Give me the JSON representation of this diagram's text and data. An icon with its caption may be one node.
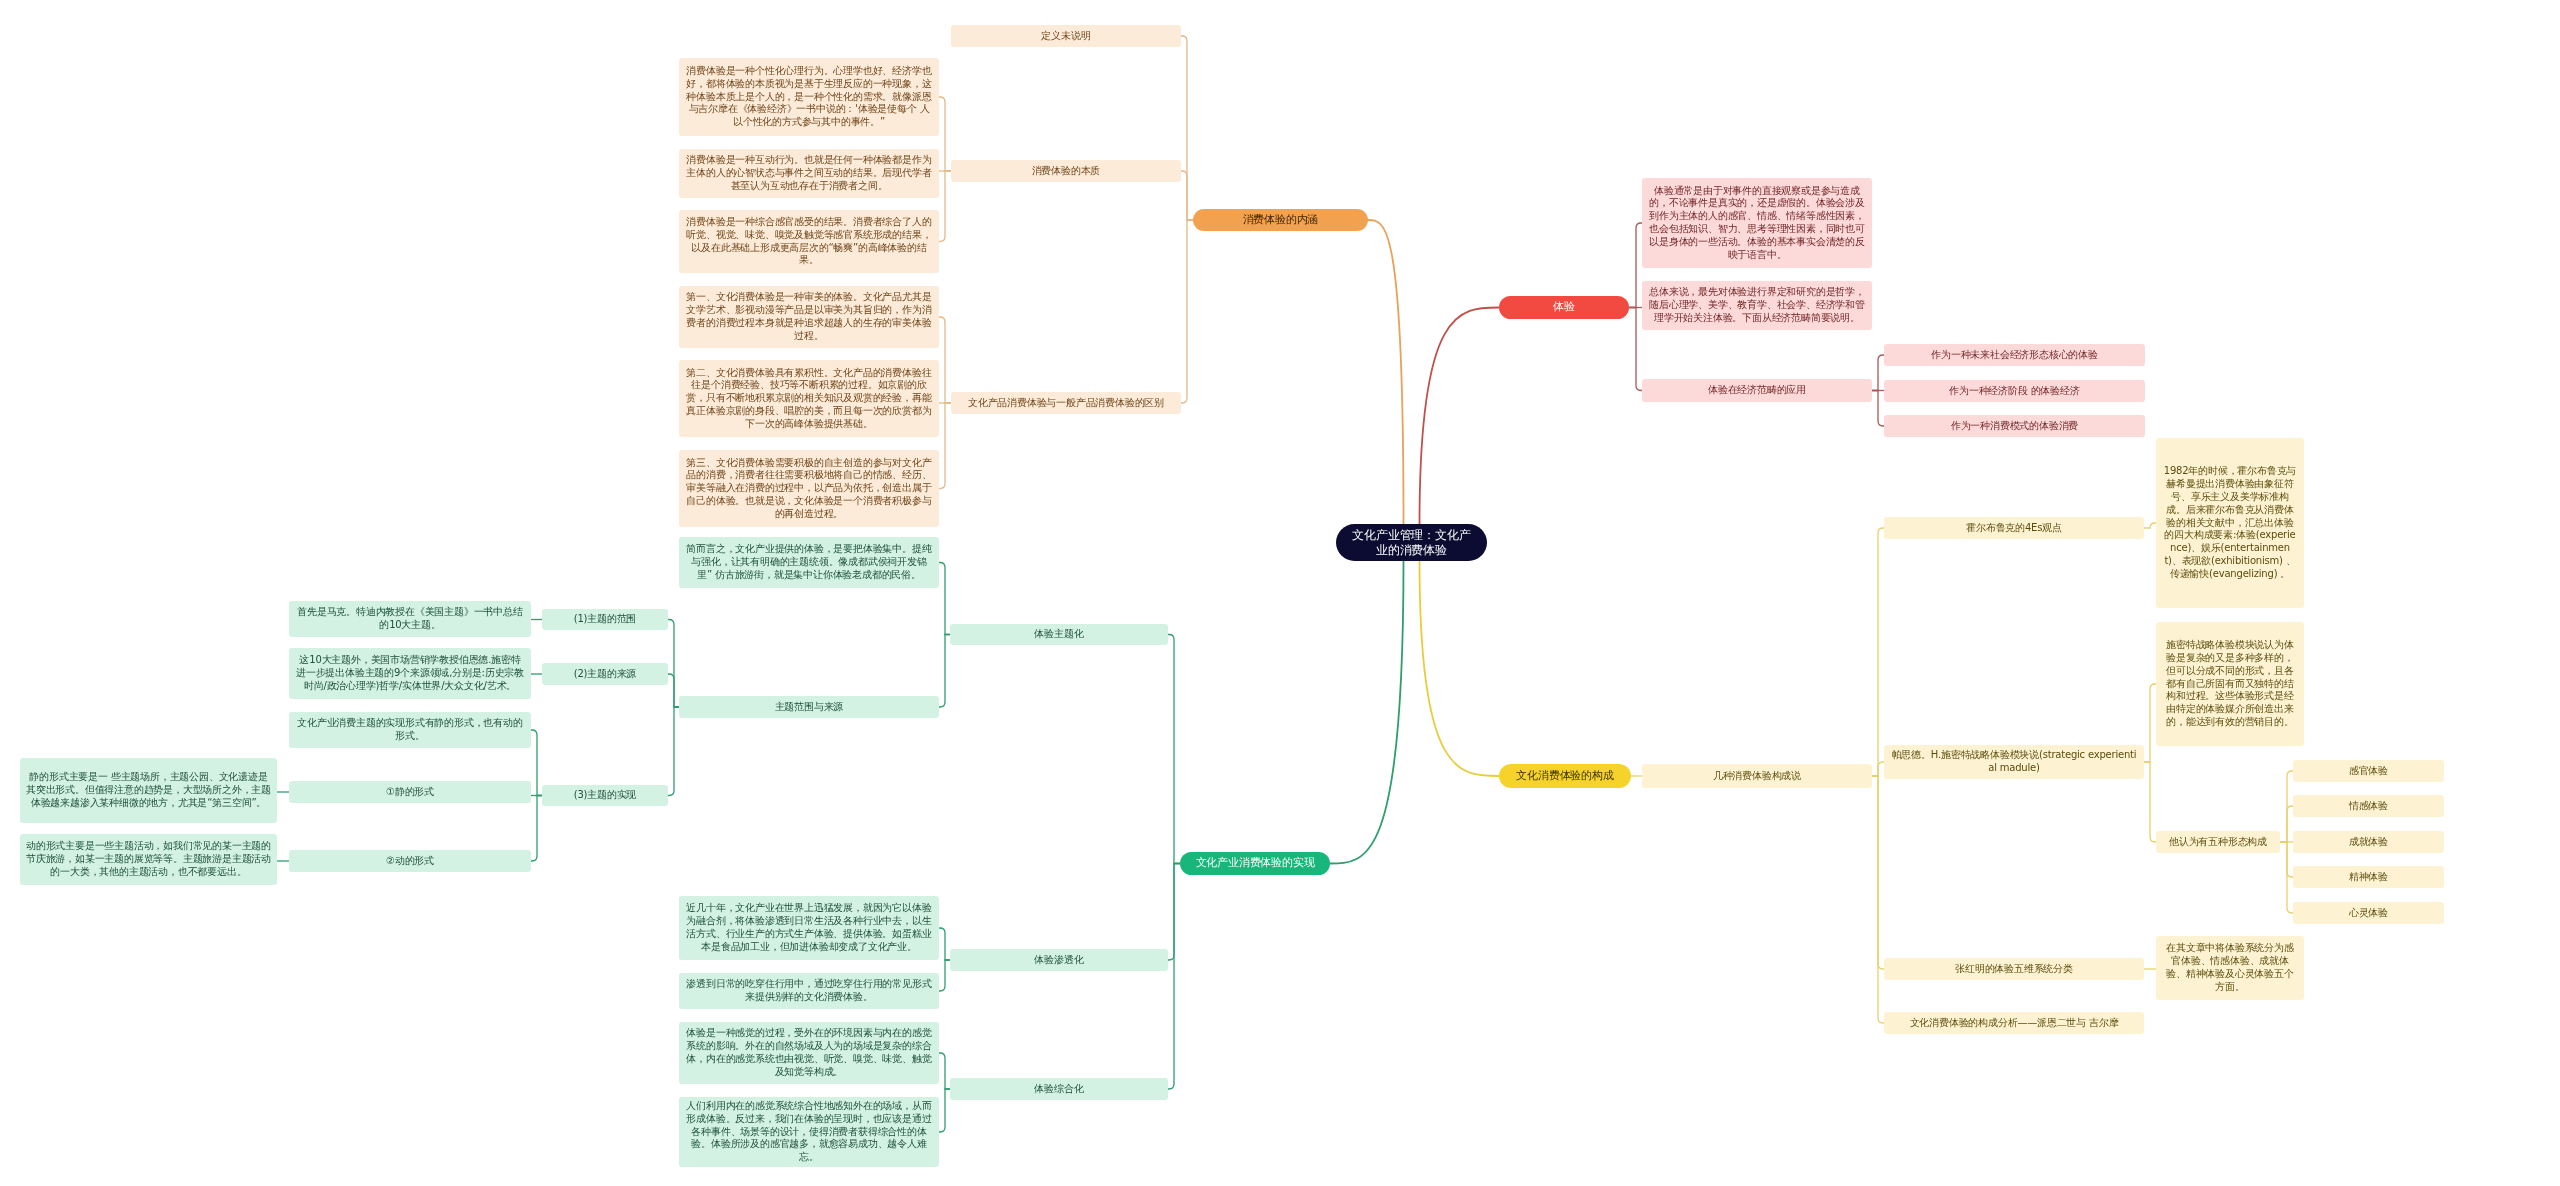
{
  "diagram": {
    "nodes": [
      {
        "text": [
          "文化产业管理：文化产业的消费体验"
        ]
      },
      {
        "text": [
          "消费体验的内涵"
        ]
      },
      {
        "text": [
          "定义未说明"
        ]
      },
      {
        "text": [
          "消费体验的本质"
        ]
      },
      {
        "text": [
          "消费体验是一种个性化心理行为。心理学也好、经济学也好，都将体验的本质视为是基于生理反应的一种现象，这种体验本质上是个人的，是一种个性化的需求。就像派恩与吉尔摩在《体验经济》一书中说的：'体验是使每个 人以个性化的方式参与其中的事件。”"
        ]
      },
      {
        "text": [
          "消费体验是一种互动行为。也就是任何一种体验都是作为主体的人的心智状态与事件之间互动的结果。后现代学者甚至认为互动也存在于消费者之间。"
        ]
      },
      {
        "text": [
          "消费体验是一种综合感官感受的结果。消费者综合了人的听觉、视觉、味觉、嗅觉及触觉等感官系统形成的结果，以及在此基础上形成更高层次的“畅爽”的高峰体验的结果。"
        ]
      },
      {
        "text": [
          "文化产品消费体验与一般产品消费体验的区别"
        ]
      },
      {
        "text": [
          "第一、文化消费体验是一种审美的体验。文化产品尤其是文学艺术、影视动漫等产品是以审美为其旨归的，作为消费者的消费过程本身就是种追求超越人的生存的审美体验过程。"
        ]
      },
      {
        "text": [
          "第二、文化消费体验具有累积性。文化产品的消费体验往往是个消费经验、技巧等不断积累的过程。如京剧的欣赏，只有不断地积累京剧的相关知识及观赏的经验，再能真正体验京剧的身段、唱腔的美，而且每一次的欣赏都为下一次的高峰体验提供基础。"
        ]
      },
      {
        "text": [
          "第三、文化消费体验需要积极的自主创造的参与对文化产品的消费，消费者往往需要积极地将自己的情感、经历、审美等融入在消费的过程中，以产品为依托，创造出属于自己的体验。也就是说，文化体验是一个消费者积极参与的再创造过程。"
        ]
      },
      {
        "text": [
          "体验"
        ]
      },
      {
        "text": [
          "体验通常是由于对事件的直接观察或是参与造成的，不论事件是真实的，还是虚假的。体验会涉及到作为主体的人的感官、情感、情绪等感性因素，也会包括知识、智力、思考等理性因素，同时也可以是身体的一些活动。体验的基本事实会清楚的反映于语言中。"
        ]
      },
      {
        "text": [
          "总体来说，最先对体验进行界定和研究的是哲学，随后心理学、美学、教育学、社会学、经济学和管理学开始关注体验。下面从经济范畴简要说明。"
        ]
      },
      {
        "text": [
          "体验在经济范畴的应用"
        ]
      },
      {
        "text": [
          "作为一种未来社会经济形态核心的体验"
        ]
      },
      {
        "text": [
          "作为一种经济阶段 的体验经济"
        ]
      },
      {
        "text": [
          "作为一种消费模式的体验消费"
        ]
      },
      {
        "text": [
          "文化消费体验的构成"
        ]
      },
      {
        "text": [
          "几种消费体验构成说"
        ]
      },
      {
        "text": [
          "霍尔布鲁克的4Es观点"
        ]
      },
      {
        "text": [
          "1982年的时候，霍尔布鲁克与赫希曼提出消费体验由象征符号、享乐主义及美学标准构成。后来霍尔布鲁克从消费体验的相关文献中，汇总出体验的四大构成要素:体验(experience)、娱乐(entertainment)、表现欲(exhibitionism) 、传递愉快(evangelizing) 。"
        ]
      },
      {
        "text": [
          "帕思德。H.施密特战略体验模块说(strategic experiential madule)"
        ]
      },
      {
        "text": [
          "施密特战略体验模块说认为体验是复杂的又是多种多样的，但可以分成不同的形式，且各都有自己所固有而又独特的结构和过程。这些体验形式是经由特定的体验媒介所创造出来的，能达到有效的营销目的。"
        ]
      },
      {
        "text": [
          "他认为有五种形态构成"
        ]
      },
      {
        "text": [
          "感官体验"
        ]
      },
      {
        "text": [
          "情感体验"
        ]
      },
      {
        "text": [
          "成就体验"
        ]
      },
      {
        "text": [
          "精神体验"
        ]
      },
      {
        "text": [
          "心灵体验"
        ]
      },
      {
        "text": [
          "张红明的体验五维系统分类"
        ]
      },
      {
        "text": [
          "在其文章中将体验系统分为感官体验、情感体验、成就体验、精神体验及心灵体验五个方面。"
        ]
      },
      {
        "text": [
          "文化消费体验的构成分析——派恩二世与 吉尔摩"
        ]
      },
      {
        "text": [
          "文化产业消费体验的实现"
        ]
      },
      {
        "text": [
          "体验主题化"
        ]
      },
      {
        "text": [
          "简而言之，文化产业提供的体验，是要把体验集中。提纯与强化，让其有明确的主题统领。像成都武侯祠开发锦里” 仿古旅游街，就是集中让你体验老成都的民俗。"
        ]
      },
      {
        "text": [
          "主题范围与来源"
        ]
      },
      {
        "text": [
          "(1)主题的范围"
        ]
      },
      {
        "text": [
          "首先是马克。特迪内教授在《美国主题》一书中总结的10大主题。"
        ]
      },
      {
        "text": [
          "(2)主题的来源"
        ]
      },
      {
        "text": [
          "这10大主题外，美国市场营销学教授伯恩德.施密特进一步提出体验主题的9个来源领域,分别是:历史宗教时尚/政治心理学)哲学/实体世界/大众文化/艺术。"
        ]
      },
      {
        "text": [
          "(3)主题的实现"
        ]
      },
      {
        "text": [
          "文化产业消费主题的实现形式有静的形式，也有动的形式。"
        ]
      },
      {
        "text": [
          "①静的形式"
        ]
      },
      {
        "text": [
          "静的形式主要是一 些主题场所，主题公园、文化遗迹是其突出形式。但值得注意的趋势是，大型场所之外，主题体验越来越渗入某种细微的地方，尤其是“第三空间”。"
        ]
      },
      {
        "text": [
          "②动的形式"
        ]
      },
      {
        "text": [
          "动的形式主要是一些主题活动，如我们常见的某一主题的节庆旅游，如某一主题的展览等等。主题旅游是主题活动的一大类，其他的主题活动，也不都要远出。"
        ]
      },
      {
        "text": [
          "体验渗透化"
        ]
      },
      {
        "text": [
          "近几十年，文化产业在世界上迅猛发展，就因为它以体验为融合剂，将体验渗透到日常生活及各种行业中去，以生活方式、行业生产的方式生产体验、提供体验。如蛋糕业本是食品加工业，但加进体验却变成了文化产业。"
        ]
      },
      {
        "text": [
          "渗透到日常的吃穿住行用中，通过吃穿住行用的常见形式来提供别样的文化消费体验。"
        ]
      },
      {
        "text": [
          "体验综合化"
        ]
      },
      {
        "text": [
          "体验是一种感觉的过程，受外在的环境因素与内在的感觉系统的影响。外在的自然场域及人为的场域是复杂的综合体，内在的感觉系统也由视觉、听觉、嗅觉、味觉、触觉及知觉等构成。"
        ]
      },
      {
        "text": [
          "人们利用内在的感觉系统综合性地感知外在的场域，从而形成体验。反过来，我们在体验的呈现时，也应该是通过各种事件、场景等的设计，使得消费者获得综合性的体验。体验所涉及的感官越多，就愈容易成功、越令人难忘。"
        ]
      }
    ],
    "edges": [
      {
        "from": 0,
        "to": 1,
        "arrow": "none",
        "color": "#e8a25a"
      },
      {
        "from": 1,
        "to": 2,
        "arrow": "none",
        "color": "#e2b98a"
      },
      {
        "from": 1,
        "to": 3,
        "arrow": "none",
        "color": "#e2b98a"
      },
      {
        "from": 1,
        "to": 7,
        "arrow": "none",
        "color": "#e2b98a"
      },
      {
        "from": 3,
        "to": 4,
        "arrow": "none",
        "color": "#e2b98a"
      },
      {
        "from": 3,
        "to": 5,
        "arrow": "none",
        "color": "#e2b98a"
      },
      {
        "from": 3,
        "to": 6,
        "arrow": "none",
        "color": "#e2b98a"
      },
      {
        "from": 7,
        "to": 8,
        "arrow": "none",
        "color": "#e2b98a"
      },
      {
        "from": 7,
        "to": 9,
        "arrow": "none",
        "color": "#e2b98a"
      },
      {
        "from": 7,
        "to": 10,
        "arrow": "none",
        "color": "#e2b98a"
      },
      {
        "from": 0,
        "to": 11,
        "arrow": "none",
        "color": "#c0504a"
      },
      {
        "from": 11,
        "to": 12,
        "arrow": "none",
        "color": "#a85a5a"
      },
      {
        "from": 11,
        "to": 13,
        "arrow": "none",
        "color": "#a85a5a"
      },
      {
        "from": 11,
        "to": 14,
        "arrow": "none",
        "color": "#a85a5a"
      },
      {
        "from": 14,
        "to": 15,
        "arrow": "none",
        "color": "#a85a5a"
      },
      {
        "from": 14,
        "to": 16,
        "arrow": "none",
        "color": "#a85a5a"
      },
      {
        "from": 14,
        "to": 17,
        "arrow": "none",
        "color": "#a85a5a"
      },
      {
        "from": 0,
        "to": 18,
        "arrow": "none",
        "color": "#e8cc3a"
      },
      {
        "from": 18,
        "to": 19,
        "arrow": "none",
        "color": "#e6d16a"
      },
      {
        "from": 19,
        "to": 20,
        "arrow": "none",
        "color": "#e6d16a"
      },
      {
        "from": 19,
        "to": 22,
        "arrow": "none",
        "color": "#e6d16a"
      },
      {
        "from": 19,
        "to": 30,
        "arrow": "none",
        "color": "#e6d16a"
      },
      {
        "from": 19,
        "to": 32,
        "arrow": "none",
        "color": "#e6d16a"
      },
      {
        "from": 20,
        "to": 21,
        "arrow": "none",
        "color": "#e6d16a"
      },
      {
        "from": 22,
        "to": 23,
        "arrow": "none",
        "color": "#e6d16a"
      },
      {
        "from": 22,
        "to": 24,
        "arrow": "none",
        "color": "#e6d16a"
      },
      {
        "from": 24,
        "to": 25,
        "arrow": "none",
        "color": "#e6d16a"
      },
      {
        "from": 24,
        "to": 26,
        "arrow": "none",
        "color": "#e6d16a"
      },
      {
        "from": 24,
        "to": 27,
        "arrow": "none",
        "color": "#e6d16a"
      },
      {
        "from": 24,
        "to": 28,
        "arrow": "none",
        "color": "#e6d16a"
      },
      {
        "from": 24,
        "to": 29,
        "arrow": "none",
        "color": "#e6d16a"
      },
      {
        "from": 30,
        "to": 31,
        "arrow": "none",
        "color": "#e6d16a"
      },
      {
        "from": 0,
        "to": 33,
        "arrow": "none"
      },
      {
        "from": 33,
        "to": 34,
        "arrow": "none"
      },
      {
        "from": 33,
        "to": 47,
        "arrow": "none"
      },
      {
        "from": 33,
        "to": 50,
        "arrow": "none"
      },
      {
        "from": 34,
        "to": 35,
        "arrow": "none"
      },
      {
        "from": 34,
        "to": 36,
        "arrow": "none"
      },
      {
        "from": 36,
        "to": 37,
        "arrow": "none"
      },
      {
        "from": 36,
        "to": 39,
        "arrow": "none"
      },
      {
        "from": 36,
        "to": 41,
        "arrow": "none"
      },
      {
        "from": 37,
        "to": 38,
        "arrow": "none"
      },
      {
        "from": 39,
        "to": 40,
        "arrow": "none"
      },
      {
        "from": 41,
        "to": 42,
        "arrow": "none"
      },
      {
        "from": 41,
        "to": 43,
        "arrow": "none"
      },
      {
        "from": 41,
        "to": 45,
        "arrow": "none"
      },
      {
        "from": 43,
        "to": 44,
        "arrow": "none"
      },
      {
        "from": 45,
        "to": 46,
        "arrow": "none"
      },
      {
        "from": 47,
        "to": 48,
        "arrow": "none"
      },
      {
        "from": 47,
        "to": 49,
        "arrow": "none"
      },
      {
        "from": 50,
        "to": 51,
        "arrow": "none"
      },
      {
        "from": 50,
        "to": 52,
        "arrow": "none"
      }
    ]
  }
}
